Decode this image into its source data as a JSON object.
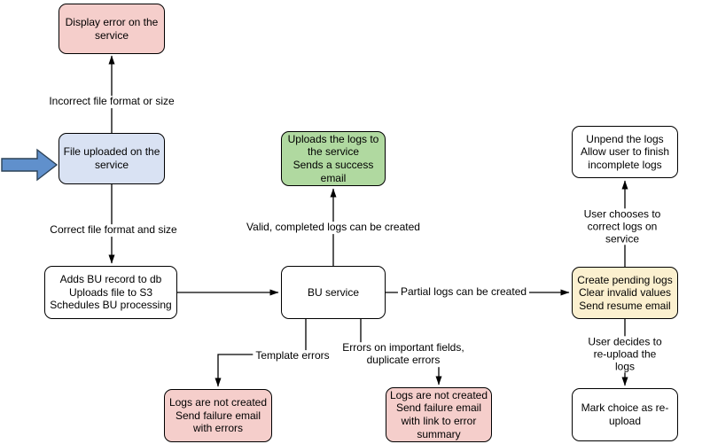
{
  "nodes": {
    "display_error": {
      "label": "Display error on the\nservice"
    },
    "file_uploaded": {
      "label": "File uploaded on the\nservice"
    },
    "adds_bu_record": {
      "label": "Adds BU record to db\nUploads file to S3\nSchedules BU processing"
    },
    "bu_service": {
      "label": "BU service"
    },
    "uploads_logs": {
      "label": "Uploads the logs to\nthe service\nSends a success\nemail"
    },
    "create_pending_logs": {
      "label": "Create pending logs\nClear invalid values\nSend resume email"
    },
    "unpend_logs": {
      "label": "Unpend the logs\nAllow user to finish\nincomplete logs"
    },
    "mark_choice_reupload": {
      "label": "Mark choice as re-\nupload"
    },
    "logs_not_created_errors": {
      "label": "Logs are not created\nSend failure email\nwith errors"
    },
    "logs_not_created_summary": {
      "label": "Logs are not created\nSend failure email\nwith link to error\nsummary"
    }
  },
  "edge_labels": {
    "incorrect_file": "Incorrect file format or size",
    "correct_file": "Correct file format and size",
    "valid_logs": "Valid, completed logs can be created",
    "partial_logs": "Partial logs can be created",
    "template_errors": "Template errors",
    "important_field_errors": "Errors on important fields,\nduplicate errors",
    "user_chooses_correct": "User chooses to correct logs on service",
    "user_decides_reupload": "User decides to re-upload the logs"
  },
  "colors": {
    "canvas-bg": "#ffffff",
    "node-pink": "#F5CECB",
    "node-blue": "#D9E2F3",
    "node-green": "#B0D9A0",
    "node-yellow": "#FBF0CF",
    "node-white": "#FFFFFF",
    "node-border": "#000000",
    "edge": "#000000",
    "entry-arrow-fill": "#6090CC",
    "entry-arrow-stroke": "#2C4257"
  }
}
